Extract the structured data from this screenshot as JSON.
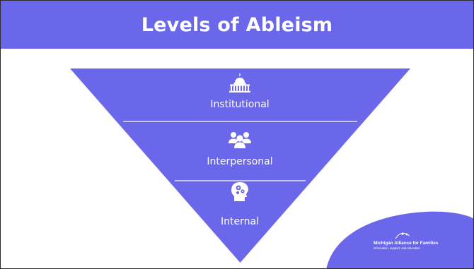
{
  "title": "Levels of Ableism",
  "levels": [
    {
      "label": "Institutional",
      "icon": "capitol-building-icon"
    },
    {
      "label": "Interpersonal",
      "icon": "people-group-icon"
    },
    {
      "label": "Internal",
      "icon": "head-gears-icon"
    }
  ],
  "logo": {
    "name": "Michigan Alliance for Families",
    "tagline": "information, support, and education"
  },
  "colors": {
    "accent": "#6a67ea",
    "triangle": "#6a67ea",
    "divider": "#ffffff",
    "text": "#ffffff"
  }
}
